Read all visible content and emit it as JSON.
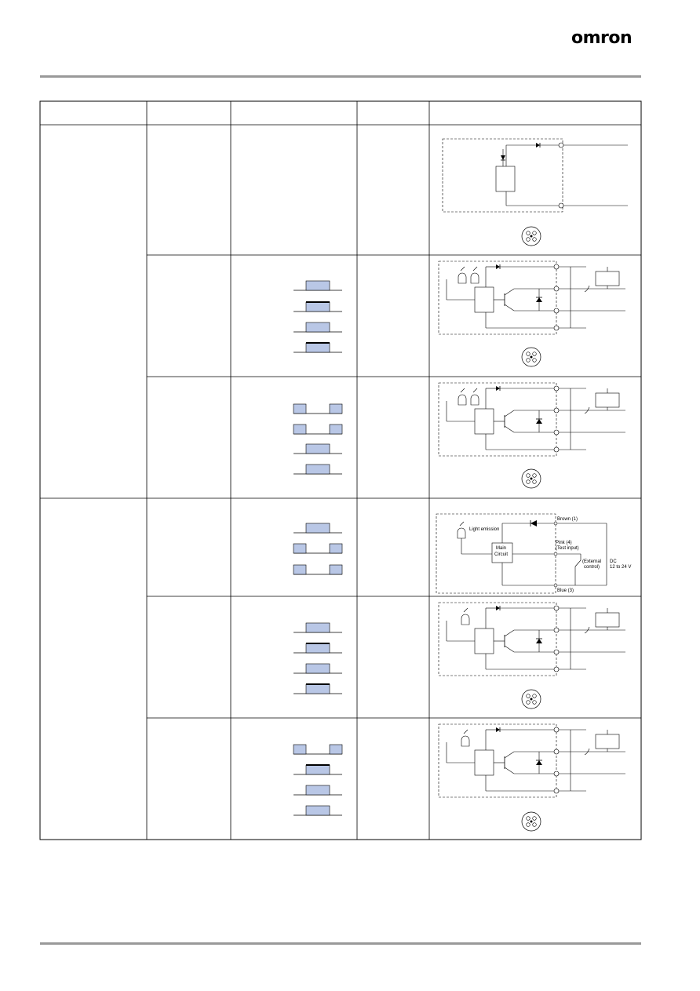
{
  "header": {
    "logo": "omron"
  },
  "table": {
    "wiring_labels": {
      "brown": "Brown (1)",
      "light_emission": "Light emission",
      "main": "Main",
      "circuit": "Circuit",
      "pink": "Pink (4)",
      "test_input": "(Test input)",
      "external": "(External",
      "control": "control)",
      "dc": "DC",
      "voltage": "12 to 24 V",
      "blue": "Blue (3)"
    }
  }
}
